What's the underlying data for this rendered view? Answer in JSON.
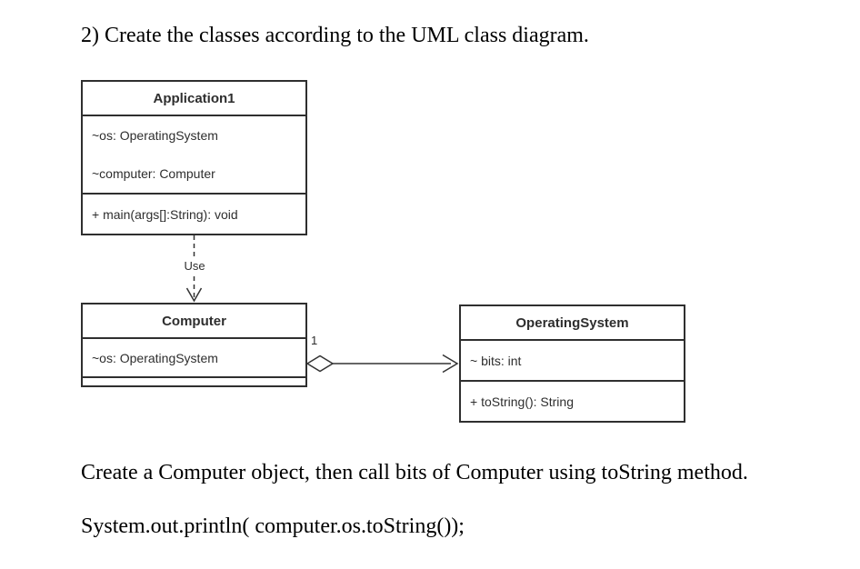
{
  "document": {
    "heading": "2) Create the classes according to the UML class diagram.",
    "instruction": "Create a Computer object, then call bits of Computer using toString method.",
    "code_line": "System.out.println( computer.os.toString());"
  },
  "diagram": {
    "classes": [
      {
        "name": "Application1",
        "attributes": [
          "~os: OperatingSystem",
          "~computer: Computer"
        ],
        "methods": [
          "+ main(args[]:String): void"
        ]
      },
      {
        "name": "Computer",
        "attributes": [
          "~os: OperatingSystem"
        ],
        "methods": []
      },
      {
        "name": "OperatingSystem",
        "attributes": [
          "~ bits: int"
        ],
        "methods": [
          "+ toString(): String"
        ]
      }
    ],
    "relationships": [
      {
        "type": "dependency",
        "from": "Application1",
        "to": "Computer",
        "label": "Use",
        "line_style": "dashed",
        "arrow": "open-v"
      },
      {
        "type": "aggregation",
        "from": "Computer",
        "to": "OperatingSystem",
        "multiplicity_at_source": "1",
        "line_style": "solid",
        "arrow": "open",
        "diamond": "hollow"
      }
    ],
    "colors": {
      "box_border": "#2f2f2f",
      "uml_text": "#2e2e2e",
      "line": "#333333",
      "background": "#ffffff",
      "body_text": "#000000"
    }
  }
}
